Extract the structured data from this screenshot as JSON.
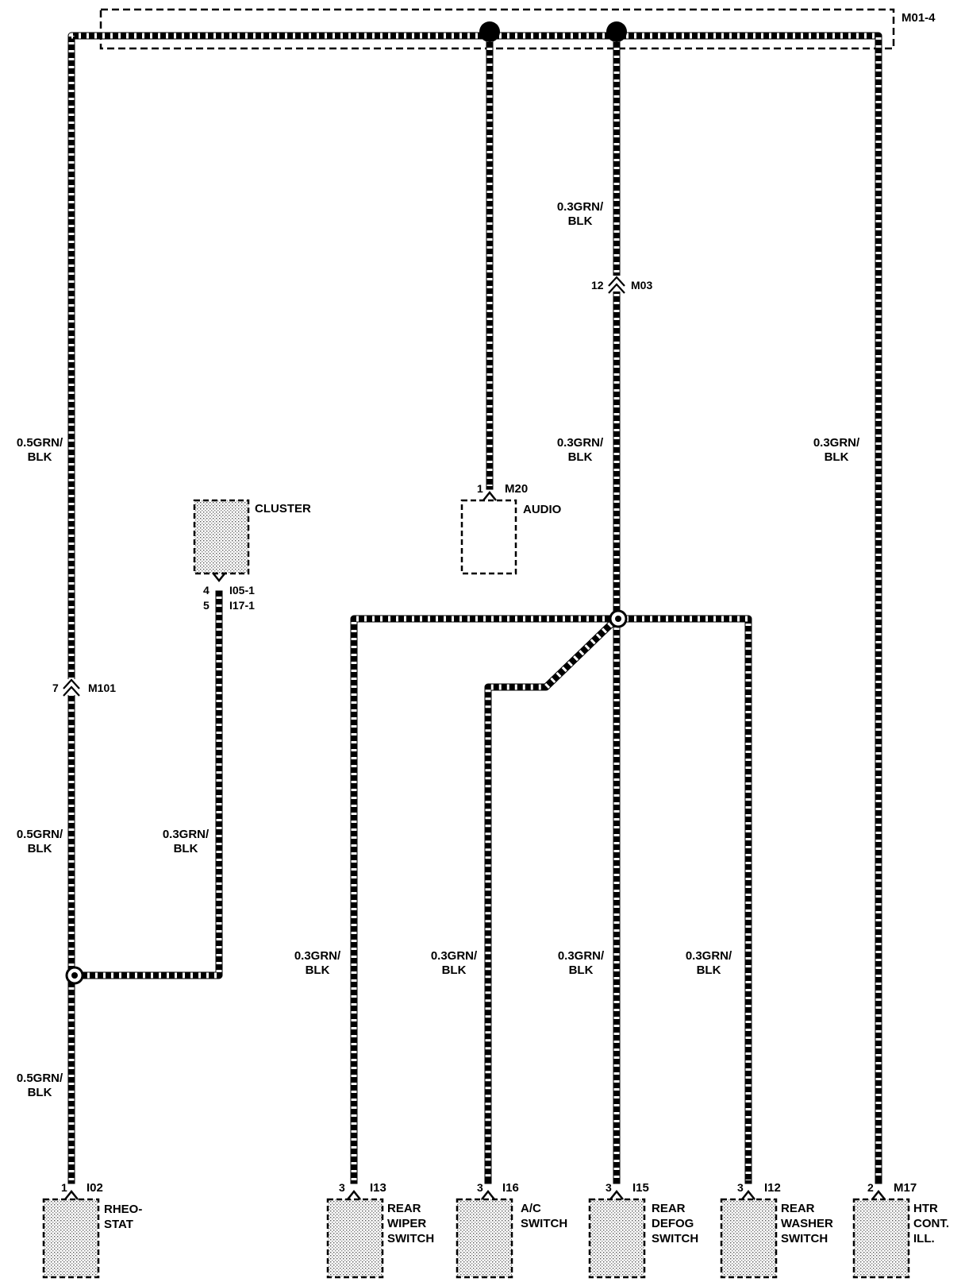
{
  "header_connector": "M01-4",
  "wire_labels": {
    "left_top": [
      "0.5GRN/",
      "BLK"
    ],
    "left_mid": [
      "0.5GRN/",
      "BLK"
    ],
    "left_bottom": [
      "0.5GRN/",
      "BLK"
    ],
    "cluster_wire": [
      "0.3GRN/",
      "BLK"
    ],
    "m03_upper": [
      "0.3GRN/",
      "BLK"
    ],
    "m03_lower": [
      "0.3GRN/",
      "BLK"
    ],
    "right_htr": [
      "0.3GRN/",
      "BLK"
    ],
    "rear_wiper": [
      "0.3GRN/",
      "BLK"
    ],
    "ac": [
      "0.3GRN/",
      "BLK"
    ],
    "defog": [
      "0.3GRN/",
      "BLK"
    ],
    "washer": [
      "0.3GRN/",
      "BLK"
    ]
  },
  "inline_connectors": {
    "m101": {
      "pin": "7",
      "name": "M101"
    },
    "m03": {
      "pin": "12",
      "name": "M03"
    }
  },
  "cluster": {
    "name": "CLUSTER",
    "pins": [
      "4",
      "5"
    ],
    "connectors": [
      "I05-1",
      "I17-1"
    ]
  },
  "audio": {
    "pin": "1",
    "connector": "M20",
    "name": "AUDIO"
  },
  "components": [
    {
      "pin": "1",
      "connector": "I02",
      "lines": [
        "RHEO-",
        "STAT"
      ]
    },
    {
      "pin": "3",
      "connector": "I13",
      "lines": [
        "REAR",
        "WIPER",
        "SWITCH"
      ]
    },
    {
      "pin": "3",
      "connector": "I16",
      "lines": [
        "A/C",
        "SWITCH"
      ]
    },
    {
      "pin": "3",
      "connector": "I15",
      "lines": [
        "REAR",
        "DEFOG",
        "SWITCH"
      ]
    },
    {
      "pin": "3",
      "connector": "I12",
      "lines": [
        "REAR",
        "WASHER",
        "SWITCH"
      ]
    },
    {
      "pin": "2",
      "connector": "M17",
      "lines": [
        "HTR",
        "CONT.",
        "ILL."
      ]
    }
  ]
}
